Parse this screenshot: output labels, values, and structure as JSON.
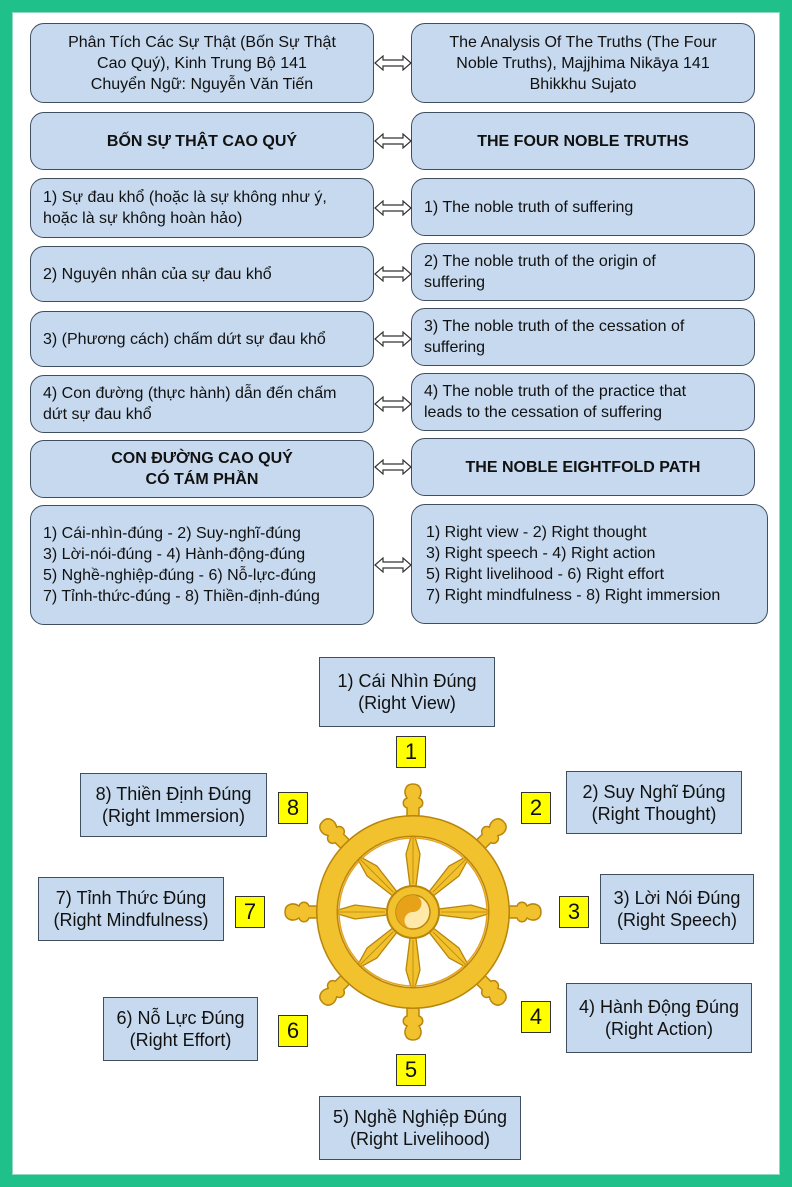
{
  "rows": [
    {
      "left": "Phân Tích Các Sự Thật (Bốn Sự Thật\nCao Quý), Kinh Trung Bộ 141\nChuyển Ngữ: Nguyễn Văn Tiến",
      "right": "The Analysis Of The Truths (The Four\nNoble Truths), Majjhima Nikāya 141\nBhikkhu Sujato"
    },
    {
      "left": "BỐN SỰ THẬT CAO QUÝ",
      "right": "THE FOUR NOBLE TRUTHS"
    },
    {
      "left": "1) Sự đau khổ (hoặc là sự không như ý,\nhoặc là sự không hoàn hảo)",
      "right": "1) The noble truth of suffering"
    },
    {
      "left": "2) Nguyên nhân của sự đau khổ",
      "right": "2) The noble truth of the origin of\nsuffering"
    },
    {
      "left": "3) (Phương cách) chấm dứt sự đau khổ",
      "right": "3) The noble truth of the cessation of\nsuffering"
    },
    {
      "left": "4) Con đường (thực hành) dẫn đến chấm\ndứt sự đau khổ",
      "right": "4) The noble truth of the practice that\nleads to the cessation of suffering"
    },
    {
      "left": "CON ĐƯỜNG CAO QUÝ\nCÓ TÁM PHẦN",
      "right": "THE NOBLE EIGHTFOLD PATH"
    },
    {
      "left": "1) Cái-nhìn-đúng  -  2) Suy-nghĩ-đúng\n3) Lời-nói-đúng  -  4) Hành-động-đúng\n5) Nghề-nghiệp-đúng  -  6) Nỗ-lực-đúng\n7) Tỉnh-thức-đúng  -  8) Thiền-định-đúng",
      "right": "1) Right view - 2) Right thought\n3) Right speech - 4) Right action\n5) Right livelihood - 6) Right effort\n7) Right mindfulness - 8) Right immersion"
    }
  ],
  "path": [
    {
      "num": "1",
      "label": "1) Cái Nhìn Đúng\n(Right View)"
    },
    {
      "num": "2",
      "label": "2) Suy Nghĩ Đúng\n(Right Thought)"
    },
    {
      "num": "3",
      "label": "3) Lời Nói Đúng\n(Right Speech)"
    },
    {
      "num": "4",
      "label": "4) Hành Động Đúng\n(Right Action)"
    },
    {
      "num": "5",
      "label": "5) Nghề Nghiệp Đúng\n(Right Livelihood)"
    },
    {
      "num": "6",
      "label": "6) Nỗ Lực Đúng\n(Right Effort)"
    },
    {
      "num": "7",
      "label": "7) Tỉnh Thức Đúng\n(Right Mindfulness)"
    },
    {
      "num": "8",
      "label": "8) Thiền Định Đúng\n(Right Immersion)"
    }
  ],
  "colors": {
    "frame": "#1fc08a",
    "box_fill": "#c6d9ee",
    "number_fill": "#ffff00",
    "wheel_gold": "#f2c12e",
    "wheel_outline": "#b8860b"
  },
  "icons": {
    "wheel": "dharma-wheel-icon",
    "arrow": "double-arrow-icon"
  }
}
